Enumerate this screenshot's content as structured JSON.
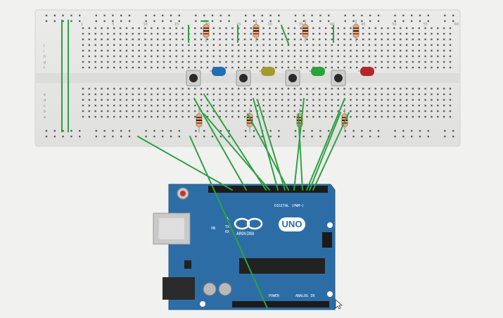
{
  "board": {
    "logo_text": "ARDUINO",
    "model_badge": "UNO",
    "digital_header_label": "DIGITAL (PWM~)",
    "power_header_label": "POWER",
    "analog_header_label": "ANALOG IN",
    "pin_labels_left": [
      "L",
      "TX",
      "RX"
    ],
    "ic_label": "ON"
  },
  "breadboard": {
    "column_numbers_top": [
      "1",
      "5",
      "10",
      "15",
      "20",
      "25",
      "30",
      "35",
      "40",
      "45",
      "50",
      "55",
      "60"
    ],
    "row_letters_left": [
      "j",
      "i",
      "h",
      "g",
      "f",
      "e",
      "d",
      "c",
      "b",
      "a"
    ]
  },
  "components": {
    "leds": [
      {
        "color_name": "blue",
        "color": "#1f6fb3"
      },
      {
        "color_name": "yellow",
        "color": "#a39a2e"
      },
      {
        "color_name": "green",
        "color": "#2aa33a"
      },
      {
        "color_name": "red",
        "color": "#b3272a"
      }
    ],
    "push_buttons": 4,
    "resistors": 8
  },
  "colors": {
    "wire": "#2fa044",
    "board": "#2d6da6",
    "breadboard": "#e4e4e2"
  }
}
